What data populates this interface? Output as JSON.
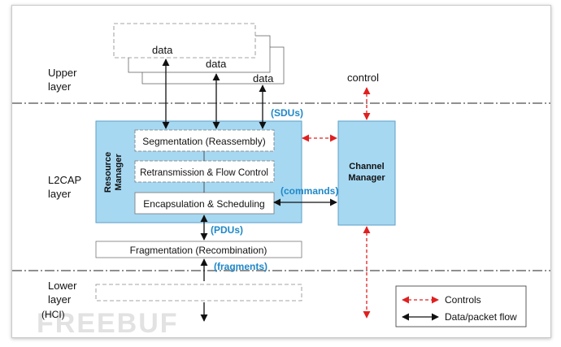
{
  "layers": {
    "upper": [
      "Upper",
      "layer"
    ],
    "l2cap": [
      "L2CAP",
      "layer"
    ],
    "lower": [
      "Lower",
      "layer"
    ],
    "hci": "(HCI)"
  },
  "data_labels": [
    "data",
    "data",
    "data"
  ],
  "control_label": "control",
  "flow_labels": {
    "sdus": "(SDUs)",
    "commands": "(commands)",
    "pdus": "(PDUs)",
    "fragments": "(fragments)"
  },
  "resource_manager": [
    "Resource",
    "Manager"
  ],
  "channel_manager": [
    "Channel",
    "Manager"
  ],
  "blocks": {
    "segmentation": "Segmentation (Reassembly)",
    "retransmission": "Retransmission & Flow Control",
    "encapsulation": "Encapsulation & Scheduling",
    "fragmentation": "Fragmentation (Recombination)"
  },
  "legend": {
    "controls": "Controls",
    "data_packet_flow": "Data/packet flow"
  },
  "watermark": "FREEBUF",
  "colors": {
    "manager_fill": "#a6d8f2",
    "manager_stroke": "#5e9fc7",
    "label_blue": "#1f88c8",
    "control_red": "#e02020"
  }
}
